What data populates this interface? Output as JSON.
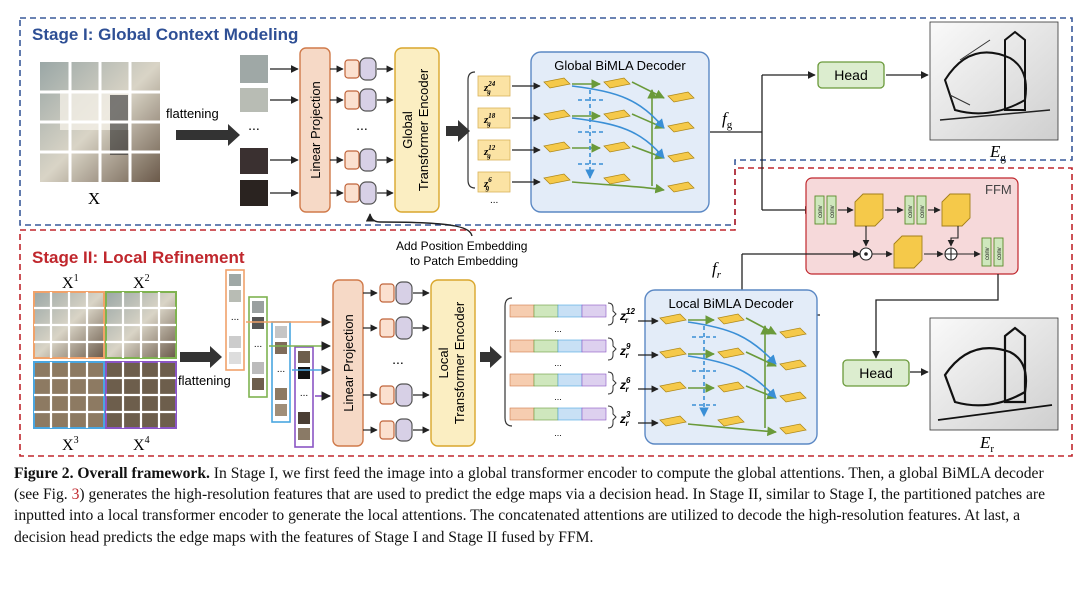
{
  "stage1": {
    "title": "Stage I: Global Context Modeling"
  },
  "stage2": {
    "title": "Stage II: Local Refinement"
  },
  "labels": {
    "flattening_1": "flattening",
    "flattening_2": "flattening",
    "linear_projection": "Linear  Projection",
    "global_encoder_l1": "Global",
    "global_encoder_l2": "Transformer Encoder",
    "local_encoder_l1": "Local",
    "local_encoder_l2": "Transformer Encoder",
    "global_decoder": "Global BiMLA Decoder",
    "local_decoder": "Local BiMLA Decoder",
    "head": "Head",
    "ffm": "FFM",
    "conv": "conv",
    "pos_embed_l1": "Add Position Embedding",
    "pos_embed_l2": "to Patch Embedding",
    "image_x": "X",
    "x1": "X",
    "x1_sup": "1",
    "x2": "X",
    "x2_sup": "2",
    "x3": "X",
    "x3_sup": "3",
    "x4": "X",
    "x4_sup": "4",
    "fg": "f",
    "fg_sub": "g",
    "fr": "f",
    "fr_sub": "r",
    "eg": "E",
    "eg_sub": "g",
    "er": "E",
    "er_sub": "r",
    "zg": [
      "24",
      "18",
      "12",
      "6"
    ],
    "zr": [
      "12",
      "9",
      "6",
      "3"
    ],
    "z": "z",
    "g": "g",
    "r": "r",
    "dots": "..."
  },
  "caption": {
    "fig": "Figure 2.",
    "bold": "Overall framework.",
    "t1": " In Stage I, we first feed the image into a global transformer encoder to compute the global attentions. Then, a global BiMLA decoder (see Fig. ",
    "ref": "3",
    "t2": ") generates the high-resolution features that are used to predict the edge maps via a decision head. In Stage II, similar to Stage I, the partitioned patches are inputted into a local transformer encoder to generate the local attentions. The concatenated attentions are utilized to decode the high-resolution features. At last, a decision head predicts the edge maps with the features of Stage I and Stage II fused by FFM."
  }
}
